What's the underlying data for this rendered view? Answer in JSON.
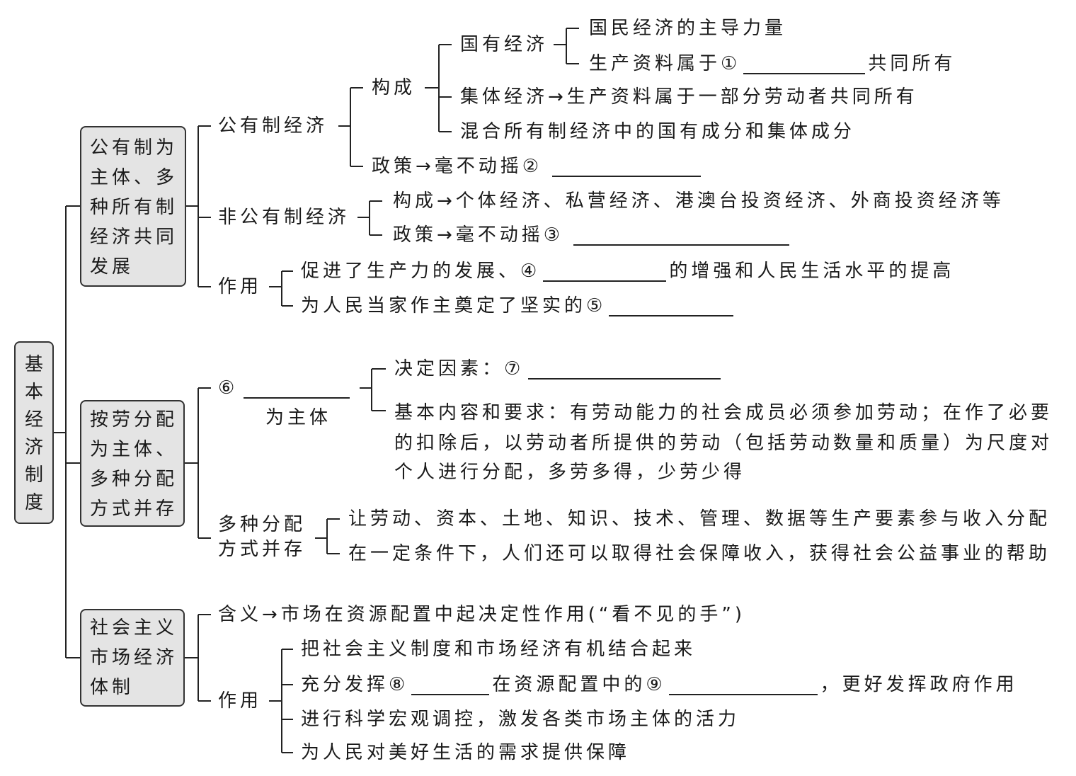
{
  "root": {
    "lines": [
      "基",
      "本",
      "经",
      "济",
      "制",
      "度"
    ]
  },
  "ownership": {
    "box_lines": [
      "公有制为",
      "主体、多",
      "种所有制",
      "经济共同",
      "发展"
    ],
    "public": {
      "label": "公有制经济",
      "composition": {
        "label": "构成",
        "state": {
          "label": "国有经济",
          "item1": "国民经济的主导力量",
          "item2_pre": "生产资料属于①",
          "item2_post": "共同所有"
        },
        "collective": "集体经济→生产资料属于一部分劳动者共同所有",
        "mixed": "混合所有制经济中的国有成分和集体成分"
      },
      "policy": "政策→毫不动摇②"
    },
    "nonpublic": {
      "label": "非公有制经济",
      "composition": "构成→个体经济、私营经济、港澳台投资经济、外商投资经济等",
      "policy": "政策→毫不动摇③"
    },
    "role": {
      "label": "作用",
      "item1_pre": "促进了生产力的发展、④",
      "item1_post": "的增强和人民生活水平的提高",
      "item2_pre": "为人民当家作主奠定了坚实的⑤"
    }
  },
  "distribution": {
    "box_lines": [
      "按劳分配",
      "为主体、",
      "多种分配",
      "方式并存"
    ],
    "main": {
      "marker": "⑥",
      "suffix": "为主体",
      "factor": "决定因素：⑦",
      "content_lines": [
        "基本内容和要求：有劳动能力的社会成员必须参加劳动；在作了必要",
        "的扣除后，以劳动者所提供的劳动（包括劳动数量和质量）为尺度对",
        "个人进行分配，多劳多得，少劳少得"
      ]
    },
    "multiple": {
      "label_lines": [
        "多种分配",
        "方式并存"
      ],
      "item1": "让劳动、资本、土地、知识、技术、管理、数据等生产要素参与收入分配",
      "item2": "在一定条件下，人们还可以取得社会保障收入，获得社会公益事业的帮助"
    }
  },
  "market": {
    "box_lines": [
      "社会主义",
      "市场经济",
      "体制"
    ],
    "meaning": "含义→市场在资源配置中起决定性作用(“看不见的手”)",
    "role": {
      "label": "作用",
      "item1": "把社会主义制度和市场经济有机结合起来",
      "item2_a": "充分发挥⑧",
      "item2_b": "在资源配置中的⑨",
      "item2_c": "，更好发挥政府作用",
      "item3": "进行科学宏观调控，激发各类市场主体的活力",
      "item4": "为人民对美好生活的需求提供保障"
    }
  }
}
